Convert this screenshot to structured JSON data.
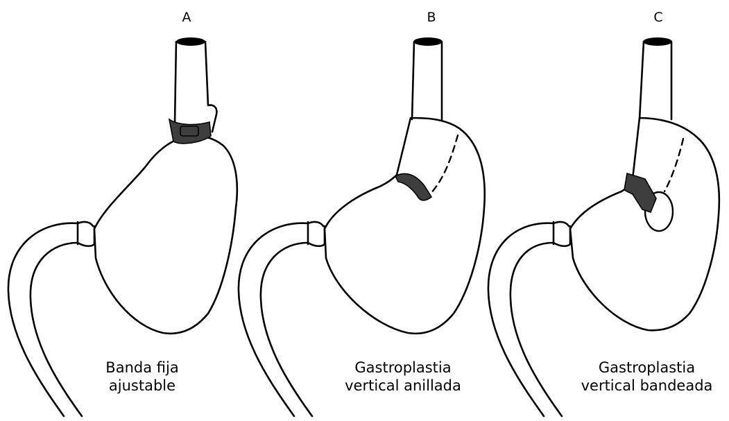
{
  "panels": [
    {
      "letter": "A",
      "caption_line1": "Banda fija",
      "caption_line2": "ajustable"
    },
    {
      "letter": "B",
      "caption_line1": "Gastroplastia",
      "caption_line2": "vertical anillada"
    },
    {
      "letter": "C",
      "caption_line1": "Gastroplastia",
      "caption_line2": "vertical bandeada"
    }
  ]
}
